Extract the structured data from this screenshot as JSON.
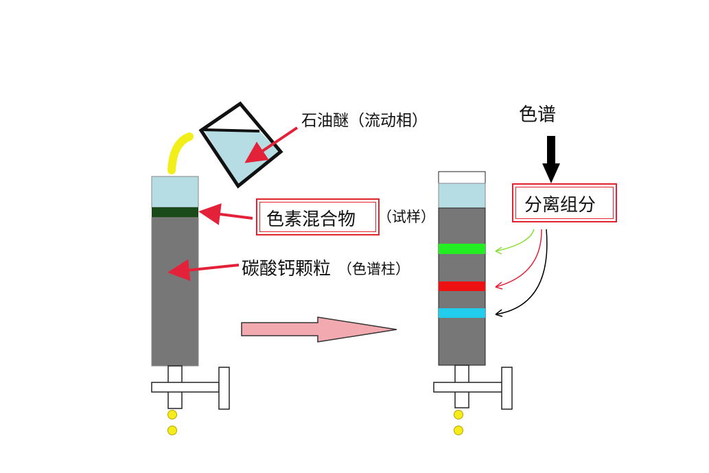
{
  "labels": {
    "mobile_phase": "石油醚（流动相）",
    "sample_main": "色素混合物",
    "sample_suffix": "（试样）",
    "column_main": "碳酸钙颗粒",
    "column_suffix": "（色谱柱）",
    "chromatography": "色谱",
    "separated": "分离组分"
  },
  "colors": {
    "arrow_red": "#e3223a",
    "solvent": "#b5dde3",
    "column_gray": "#777777",
    "sample_band": "#1a4a1a",
    "band_green": "#22ee22",
    "band_red": "#ee1111",
    "band_cyan": "#22ccee",
    "tube_yellow": "#f2ee1a",
    "big_arrow": "#f2aab0"
  },
  "icons": {
    "flow_arrow": "right-arrow-icon",
    "down_arrow": "down-arrow-icon"
  }
}
